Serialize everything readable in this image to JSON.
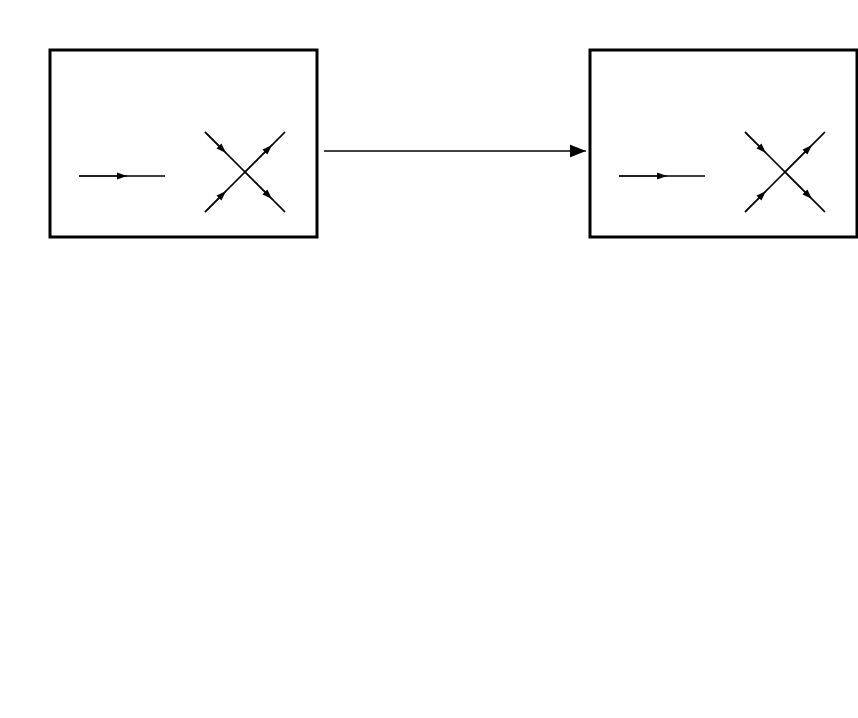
{
  "diagram": {
    "colors": {
      "stroke": "#000000",
      "background": "#ffffff"
    },
    "boxes": [
      {
        "id": "left",
        "elements": [
          "propagator-line",
          "four-point-vertex"
        ]
      },
      {
        "id": "right",
        "elements": [
          "propagator-line",
          "four-point-vertex"
        ]
      }
    ],
    "connector": {
      "from": "left",
      "to": "right",
      "arrowhead": "filled"
    }
  }
}
